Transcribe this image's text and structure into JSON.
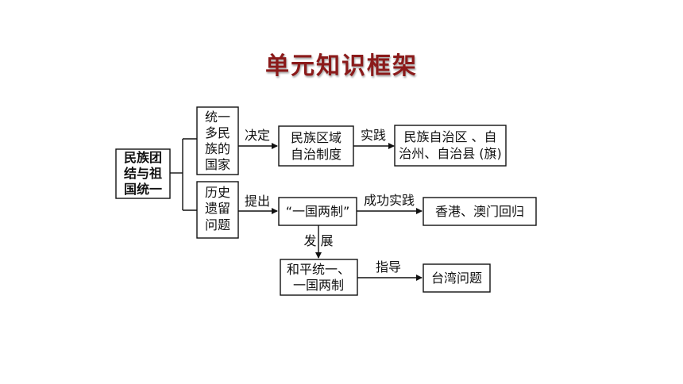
{
  "title": "单元知识框架",
  "nodes": {
    "root": [
      "民族团",
      "结与祖",
      "国统一"
    ],
    "unified": [
      "统一",
      "多民",
      "族的",
      "国家"
    ],
    "history": [
      "历史",
      "遗留",
      "问题"
    ],
    "regional": [
      "民族区域",
      "自治制度"
    ],
    "autonomous": [
      "民族自治区 、自",
      "治州、自治县 (旗)"
    ],
    "ocs": "“一国两制”",
    "hkmacau": "香港、澳门回归",
    "peaceful": [
      "和平统一、",
      "一国两制"
    ],
    "taiwan": "台湾问题"
  },
  "edges": {
    "decide": "决定",
    "practice": "实践",
    "propose": "提出",
    "success": "成功实践",
    "develop": "发 展",
    "guide": "指导"
  }
}
